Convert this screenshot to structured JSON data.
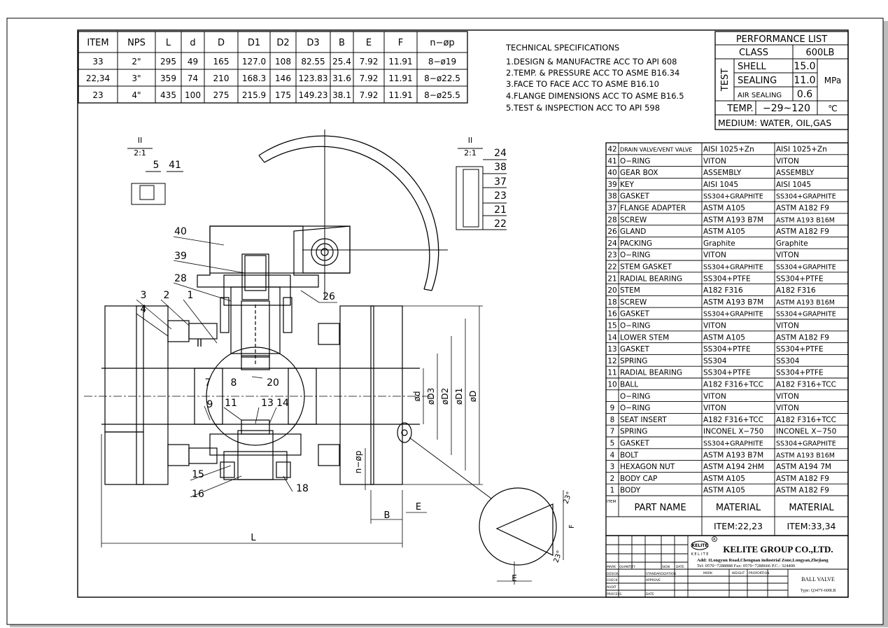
{
  "dims_table": {
    "headers": [
      "ITEM",
      "NPS",
      "L",
      "d",
      "D",
      "D1",
      "D2",
      "D3",
      "B",
      "E",
      "F",
      "n−øp"
    ],
    "rows": [
      [
        "33",
        "2\"",
        "295",
        "49",
        "165",
        "127.0",
        "108",
        "82.55",
        "25.4",
        "7.92",
        "11.91",
        "8−ø19"
      ],
      [
        "22,34",
        "3\"",
        "359",
        "74",
        "210",
        "168.3",
        "146",
        "123.83",
        "31.6",
        "7.92",
        "11.91",
        "8−ø22.5"
      ],
      [
        "23",
        "4\"",
        "435",
        "100",
        "275",
        "215.9",
        "175",
        "149.23",
        "38.1",
        "7.92",
        "11.91",
        "8−ø25.5"
      ]
    ]
  },
  "tech_specs": {
    "title": "TECHNICAL SPECIFICATIONS",
    "lines": [
      "1.DESIGN & MANUFACTRE ACC TO API 608",
      "2.TEMP. & PRESSURE ACC TO ASME B16.34",
      "3.FACE TO FACE ACC TO ASME B16.10",
      "4.FLANGE DIMENSIONS ACC TO ASME B16.5",
      "5.TEST & INSPECTION ACC TO API 598"
    ]
  },
  "performance": {
    "title": "PERFORMANCE LIST",
    "class_label": "CLASS",
    "class_value": "600LB",
    "test_label": "TEST",
    "rows": [
      {
        "label": "SHELL",
        "value": "15.0"
      },
      {
        "label": "SEALING",
        "value": "11.0"
      },
      {
        "label": "AIR SEALING",
        "value": "0.6"
      }
    ],
    "unit": "MPa",
    "temp_label": "TEMP.",
    "temp_value": "−29~120",
    "temp_unit": "℃",
    "medium": "MEDIUM: WATER, OIL,GAS"
  },
  "parts": {
    "rows": [
      [
        "42",
        "DRAIN VALVE/VENT VALVE",
        "AISI 1025+Zn",
        "AISI 1025+Zn"
      ],
      [
        "41",
        "O−RING",
        "VITON",
        "VITON"
      ],
      [
        "40",
        "GEAR BOX",
        "ASSEMBLY",
        "ASSEMBLY"
      ],
      [
        "39",
        "KEY",
        "AISI 1045",
        "AISI 1045"
      ],
      [
        "38",
        "GASKET",
        "SS304+GRAPHITE",
        "SS304+GRAPHITE"
      ],
      [
        "37",
        "FLANGE ADAPTER",
        "ASTM A105",
        "ASTM A182 F9"
      ],
      [
        "28",
        "SCREW",
        "ASTM A193 B7M",
        "ASTM A193 B16M"
      ],
      [
        "26",
        "GLAND",
        "ASTM A105",
        "ASTM A182 F9"
      ],
      [
        "24",
        "PACKING",
        "Graphite",
        "Graphite"
      ],
      [
        "23",
        "O−RING",
        "VITON",
        "VITON"
      ],
      [
        "22",
        "STEM GASKET",
        "SS304+GRAPHITE",
        "SS304+GRAPHITE"
      ],
      [
        "21",
        "RADIAL BEARING",
        "SS304+PTFE",
        "SS304+PTFE"
      ],
      [
        "20",
        "STEM",
        "A182 F316",
        "A182 F316"
      ],
      [
        "18",
        "SCREW",
        "ASTM A193 B7M",
        "ASTM A193 B16M"
      ],
      [
        "16",
        "GASKET",
        "SS304+GRAPHITE",
        "SS304+GRAPHITE"
      ],
      [
        "15",
        "O−RING",
        "VITON",
        "VITON"
      ],
      [
        "14",
        "LOWER STEM",
        "ASTM A105",
        "ASTM A182 F9"
      ],
      [
        "13",
        "GASKET",
        "SS304+PTFE",
        "SS304+PTFE"
      ],
      [
        "12",
        "SPRING",
        "SS304",
        "SS304"
      ],
      [
        "11",
        "RADIAL BEARING",
        "SS304+PTFE",
        "SS304+PTFE"
      ],
      [
        "10",
        "BALL",
        "A182 F316+TCC",
        "A182 F316+TCC"
      ],
      [
        "",
        "O−RING",
        "VITON",
        "VITON"
      ],
      [
        "9",
        "O−RING",
        "VITON",
        "VITON"
      ],
      [
        "8",
        "SEAT INSERT",
        "A182 F316+TCC",
        "A182 F316+TCC"
      ],
      [
        "7",
        "SPRING",
        "INCONEL X−750",
        "INCONEL X−750"
      ],
      [
        "5",
        "GASKET",
        "SS304+GRAPHITE",
        "SS304+GRAPHITE"
      ],
      [
        "4",
        "BOLT",
        "ASTM A193 B7M",
        "ASTM A193 B16M"
      ],
      [
        "3",
        "HEXAGON NUT",
        "ASTM A194 2HM",
        "ASTM A194 7M"
      ],
      [
        "2",
        "BODY CAP",
        "ASTM A105",
        "ASTM A182 F9"
      ],
      [
        "1",
        "BODY",
        "ASTM A105",
        "ASTM A182 F9"
      ]
    ],
    "header_item": "ITEM",
    "header_name": "PART NAME",
    "header_mat1": "MATERIAL",
    "header_mat2": "MATERIAL",
    "items1": "ITEM:22,23",
    "items2": "ITEM:33,34"
  },
  "title_block": {
    "company": "KELITE GROUP CO.,LTD.",
    "logo_text": "KELITE",
    "logo_sub": "K E L I T E",
    "address": "Add: 1Longyun Road,Chengnan industrial Zone,Longyan,Zhejiang",
    "contact": "Tel: 0570−7288888    Fax: 0570−7288666    P.C.: 324400",
    "product": "BALL VALVE",
    "type": "Type: Q347Y-600LB",
    "cells": [
      "DESIGN",
      "CHECK",
      "AUDIT",
      "PROCESS",
      "STANDARDIZATION",
      "APPROVE",
      "DATE",
      "MARK",
      "WEIGHT",
      "PROPORTION",
      "SIGN",
      "DATE",
      "MARK",
      "QUANTITY"
    ]
  },
  "drawing": {
    "callouts": [
      "40",
      "39",
      "28",
      "26",
      "3",
      "2",
      "1",
      "4",
      "II",
      "7",
      "8",
      "20",
      "9",
      "11",
      "13",
      "14",
      "15",
      "16",
      "18",
      "5",
      "41",
      "24",
      "38",
      "37",
      "23",
      "21",
      "22"
    ],
    "detail_label": "II",
    "detail_scale": "2:1",
    "dim_labels": [
      "øD",
      "øD1",
      "øD2",
      "øD3",
      "ød",
      "n−øp",
      "E",
      "B",
      "L",
      "F",
      "E"
    ],
    "angles": [
      "23°",
      "23°"
    ]
  }
}
